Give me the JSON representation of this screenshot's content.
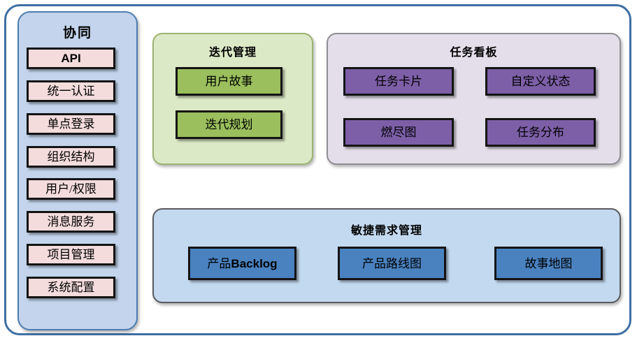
{
  "diagram": {
    "outer_frame": {
      "border_color": "#3F6FA3"
    },
    "collaboration": {
      "title": "协同",
      "panel_color": "#C3D4EC",
      "item_color": "#F4DCDC",
      "items": [
        {
          "label": "API",
          "style": "latin-bold"
        },
        {
          "label": "统一认证",
          "style": "cjk"
        },
        {
          "label": "单点登录",
          "style": "cjk"
        },
        {
          "label": "组织结构",
          "style": "cjk"
        },
        {
          "label": "用户/权限",
          "style": "cjk"
        },
        {
          "label": "消息服务",
          "style": "cjk"
        },
        {
          "label": "项目管理",
          "style": "cjk"
        },
        {
          "label": "系统配置",
          "style": "cjk"
        }
      ]
    },
    "iteration": {
      "title": "迭代管理",
      "panel_color": "#DCE9C6",
      "item_color": "#9ABF5C",
      "items": [
        {
          "label": "用户故事"
        },
        {
          "label": "迭代规划"
        }
      ]
    },
    "taskboard": {
      "title": "任务看板",
      "panel_color": "#E3DEEA",
      "item_color": "#7D5FA8",
      "items": [
        {
          "label": "任务卡片"
        },
        {
          "label": "自定义状态"
        },
        {
          "label": "燃尽图"
        },
        {
          "label": "任务分布"
        }
      ]
    },
    "agile": {
      "title": "敏捷需求管理",
      "panel_color": "#C3D9F0",
      "item_color": "#4A82C0",
      "items": [
        {
          "label_cjk": "产品",
          "label_latin": "Backlog"
        },
        {
          "label_cjk": "产品路线图",
          "label_latin": ""
        },
        {
          "label_cjk": "故事地图",
          "label_latin": ""
        }
      ]
    }
  }
}
